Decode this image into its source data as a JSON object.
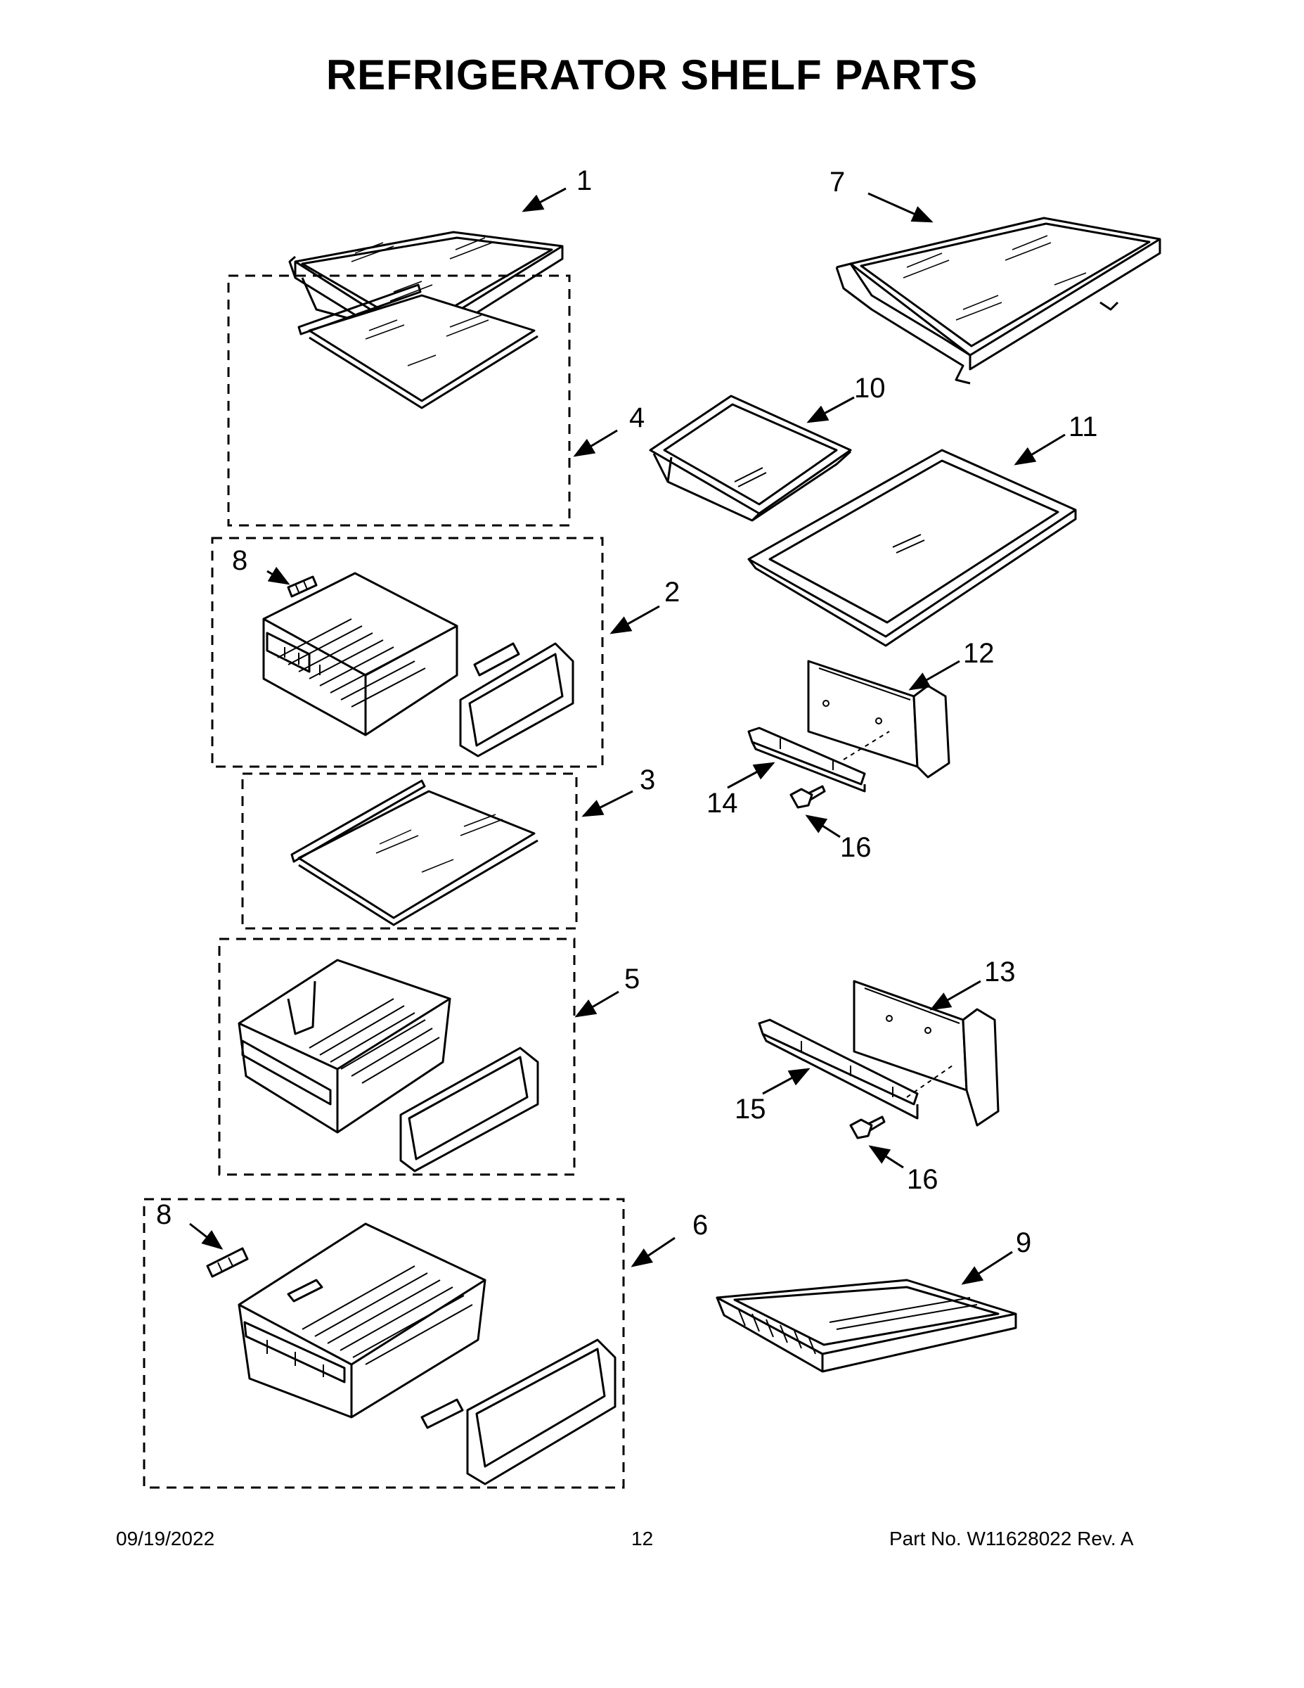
{
  "title": "REFRIGERATOR SHELF PARTS",
  "callouts": {
    "c1": "1",
    "c2": "2",
    "c3": "3",
    "c4": "4",
    "c5": "5",
    "c6": "6",
    "c7": "7",
    "c8a": "8",
    "c8b": "8",
    "c9": "9",
    "c10": "10",
    "c11": "11",
    "c12": "12",
    "c13": "13",
    "c14": "14",
    "c15": "15",
    "c16a": "16",
    "c16b": "16"
  },
  "footer": {
    "date": "09/19/2022",
    "page": "12",
    "part": "Part No.  W11628022  Rev.  A"
  }
}
